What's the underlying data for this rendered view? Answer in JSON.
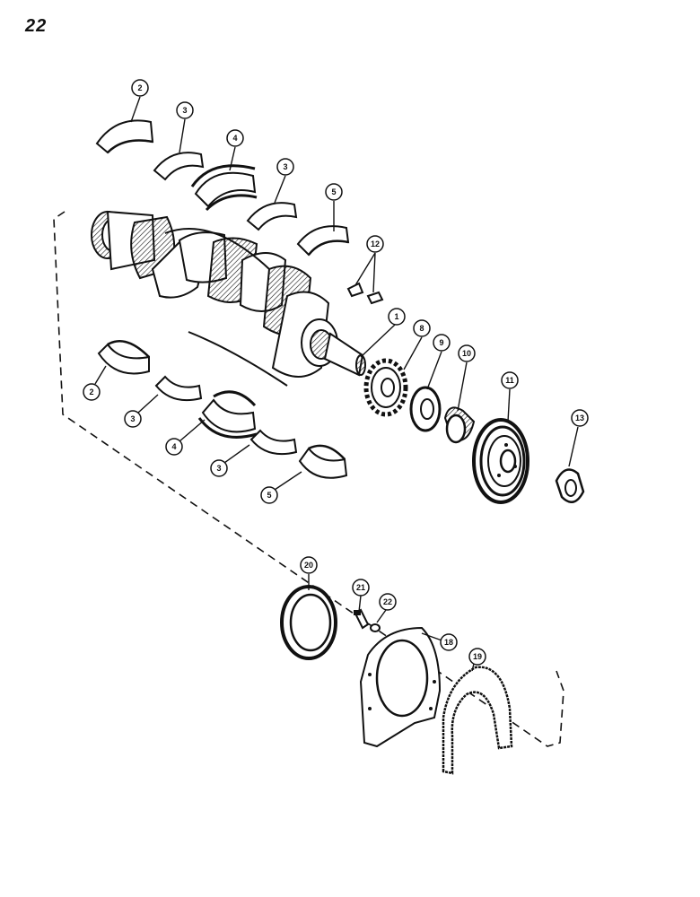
{
  "page": {
    "number": "22"
  },
  "colors": {
    "ink": "#111111",
    "paper": "#ffffff"
  },
  "callouts": [
    {
      "id": "c1",
      "label": "2"
    },
    {
      "id": "c2",
      "label": "3"
    },
    {
      "id": "c3",
      "label": "4"
    },
    {
      "id": "c4",
      "label": "3"
    },
    {
      "id": "c5",
      "label": "5"
    },
    {
      "id": "c6",
      "label": "12"
    },
    {
      "id": "c7",
      "label": "1"
    },
    {
      "id": "c8",
      "label": "8"
    },
    {
      "id": "c9",
      "label": "9"
    },
    {
      "id": "c10",
      "label": "10"
    },
    {
      "id": "c11",
      "label": "11"
    },
    {
      "id": "c12",
      "label": "13"
    },
    {
      "id": "c13",
      "label": "2"
    },
    {
      "id": "c14",
      "label": "3"
    },
    {
      "id": "c15",
      "label": "4"
    },
    {
      "id": "c16",
      "label": "3"
    },
    {
      "id": "c17",
      "label": "5"
    },
    {
      "id": "c18",
      "label": "20"
    },
    {
      "id": "c19",
      "label": "21"
    },
    {
      "id": "c20",
      "label": "22"
    },
    {
      "id": "c21",
      "label": "18"
    },
    {
      "id": "c22",
      "label": "19"
    }
  ]
}
